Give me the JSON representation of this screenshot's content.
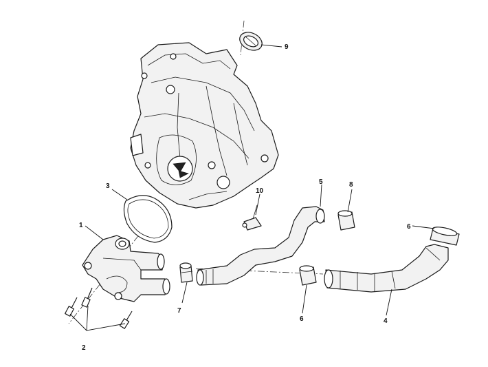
{
  "callouts": {
    "c1": "1",
    "c2": "2",
    "c3": "3",
    "c4": "4",
    "c5": "5",
    "c6a": "6",
    "c6b": "6",
    "c7": "7",
    "c8": "8",
    "c9": "9",
    "c10": "10"
  },
  "icons": {
    "pump_housing": "engine-cover-icon",
    "thermostat_housing": "thermostat-housing-icon",
    "hose_long": "coolant-hose-icon",
    "hose_short": "coolant-hose-icon",
    "clamp": "hose-clamp-icon",
    "bolt": "bolt-icon",
    "gasket": "o-ring-icon",
    "cap": "cap-icon"
  },
  "colors": {
    "line": "#1a1a1a",
    "fill": "#f2f2f2",
    "background": "#ffffff"
  }
}
